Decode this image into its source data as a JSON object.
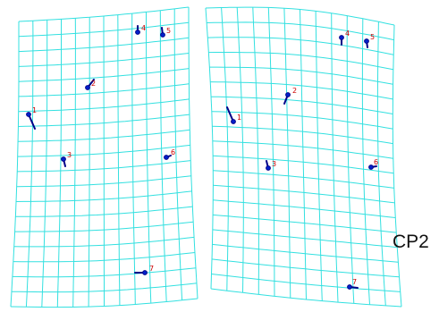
{
  "side_label": "CP2",
  "panels": [
    {
      "name": "left",
      "grid": {
        "cols": 12,
        "rows": 19,
        "color": "#33e0e0"
      },
      "points": [
        {
          "label": "1"
        },
        {
          "label": "2"
        },
        {
          "label": "3"
        },
        {
          "label": "4"
        },
        {
          "label": "5"
        },
        {
          "label": "6"
        },
        {
          "label": "7"
        }
      ]
    },
    {
      "name": "right",
      "grid": {
        "cols": 12,
        "rows": 19,
        "color": "#33e0e0"
      },
      "points": [
        {
          "label": "1"
        },
        {
          "label": "2"
        },
        {
          "label": "3"
        },
        {
          "label": "4"
        },
        {
          "label": "5"
        },
        {
          "label": "6"
        },
        {
          "label": "7"
        }
      ]
    }
  ],
  "colors": {
    "grid": "#33e0e0",
    "point": "#0022cc",
    "displacement": "#000088",
    "label": "#cc0000"
  }
}
